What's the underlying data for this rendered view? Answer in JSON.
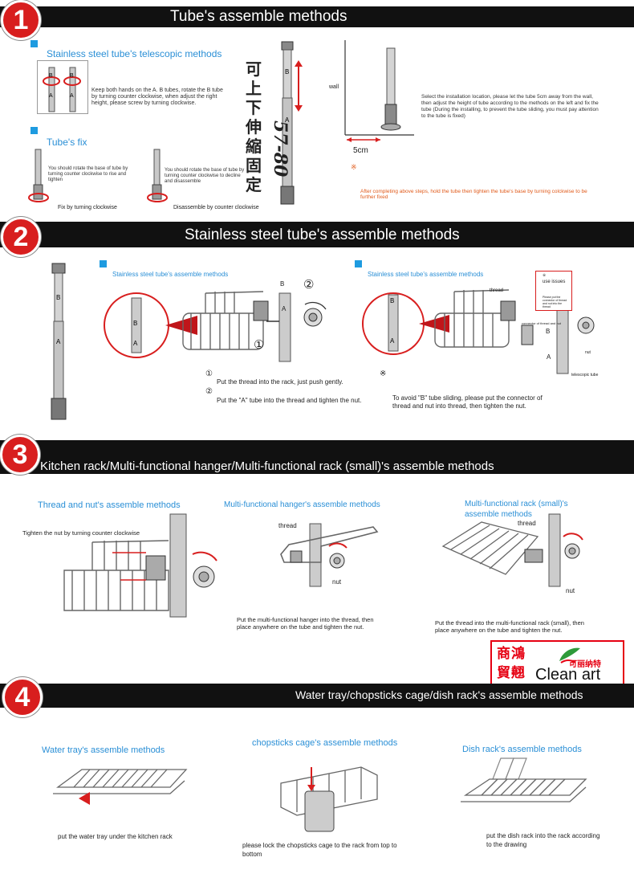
{
  "s1": {
    "num": "1",
    "title": "Tube's assemble methods",
    "telescopic_heading": "Stainless steel tube's telescopic methods",
    "telescopic_text": "Keep both hands on the A. B tubes, rotate the B tube by turning counter clockwise, when adjust the right height, please screw by turning clockwise.",
    "fix_heading": "Tube's fix",
    "fix_text_1": "You should rotate the base of tube by turning counter clockwise to rise and tighten",
    "fix_text_2": "You should rotate the base of tube by turning counter clockwise to decline and disassemble",
    "fix_caption_1": "Fix by turning clockwise",
    "fix_caption_2": "Disassemble by counter clockwise",
    "vertical_chars": [
      "可",
      "上",
      "下",
      "伸",
      "縮",
      "固",
      "定"
    ],
    "range_label": "57-80",
    "wall_label": "wall",
    "distance_label": "5cm",
    "install_text": "Select the installation location, please let the tube 5cm away from the wall, then adjust the height of tube according to the methods on the left and fix the tube (During the installing, to prevent the tube sliding, you must pay attention to the tube is fixed)",
    "note_mark": "※",
    "note_text": "After completing above steps, hold the tube then tighten the tube's base by turning colckwise to be further fixed",
    "tube_labels": {
      "a": "A",
      "b": "B"
    }
  },
  "s2": {
    "num": "2",
    "title": "Stainless steel tube's assemble methods",
    "left_heading": "Stainless steel tube's assemble methods",
    "right_heading": "Stainless steel tube's assemble methods",
    "step1_mark": "①",
    "step1_text": "Put the thread into the rack, just push gently.",
    "step2_mark": "②",
    "step2_text": "Put the \"A\" tube into the thread and tighten the nut.",
    "note_mark": "※",
    "note_text": "To avoid \"B\" tube sliding, please put the connector of thread and nut into thread, then tighten the nut.",
    "thread_label": "thread",
    "use_issues_label": "use issues",
    "use_issues_mark": "※",
    "use_issues_text": "Please put the connector of thread and nut into the thread",
    "connector_label": "connector of thread and nut",
    "nut_label": "nut",
    "telescopic_label": "telescopic tube",
    "b_label": "B",
    "a_label": "A"
  },
  "s3": {
    "num": "3",
    "title": "Kitchen rack/Multi-functional hanger/Multi-functional rack (small)'s assemble methods",
    "col1_heading": "Thread and nut's assemble methods",
    "col1_text": "Tighten the nut by turning counter clockwise",
    "col2_heading": "Multi-functional hanger's assemble methods",
    "col2_thread": "thread",
    "col2_nut": "nut",
    "col2_text": "Put the multi-functional hanger into the thread, then place anywhere on the tube and tighten the nut.",
    "col3_heading": "Multi-functional rack (small)'s assemble methods",
    "col3_thread": "thread",
    "col3_nut": "nut",
    "col3_text": "Put the thread into the multi-functional rack (small), then place anywhere on the tube and tighten the nut."
  },
  "logo": {
    "chinese_left": "商鴻貿翹",
    "chinese_right": "可丽纳特",
    "english": "Clean art"
  },
  "s4": {
    "num": "4",
    "title": "Water tray/chopsticks cage/dish rack's assemble methods",
    "col1_heading": "Water tray's assemble methods",
    "col1_text": "put the water tray under the kitchen rack",
    "col2_heading": "chopsticks cage's assemble methods",
    "col2_text": "please lock the chopsticks cage to the rack from top to bottom",
    "col3_heading": "Dish rack's assemble methods",
    "col3_text": "put the dish rack into the rack according to the drawing"
  }
}
